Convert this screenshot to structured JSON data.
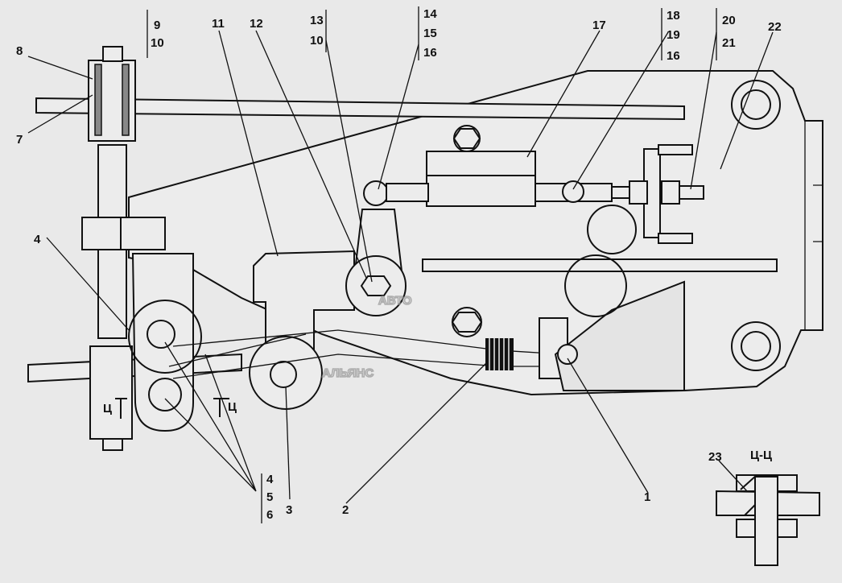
{
  "callouts": {
    "c1": "1",
    "c2": "2",
    "c3": "3",
    "c4a": "4",
    "c4b": "4",
    "c5": "5",
    "c6": "6",
    "c7": "7",
    "c8": "8",
    "c9": "9",
    "c10a": "10",
    "c10b": "10",
    "c11": "11",
    "c12": "12",
    "c13": "13",
    "c14": "14",
    "c15": "15",
    "c16a": "16",
    "c16b": "16",
    "c17": "17",
    "c18": "18",
    "c19": "19",
    "c20": "20",
    "c21": "21",
    "c22": "22",
    "c23": "23"
  },
  "section_marks": {
    "left": "Ц",
    "right": "Ц",
    "title": "Ц-Ц"
  },
  "watermark": {
    "line1": "АВТО",
    "line2": "АЛЬЯНС"
  }
}
